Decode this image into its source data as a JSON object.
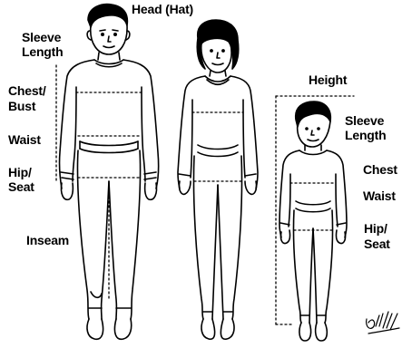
{
  "labels": {
    "head_hat": "Head (Hat)",
    "sleeve_length_adult_1": "Sleeve",
    "sleeve_length_adult_2": "Length",
    "chest_bust_1": "Chest/",
    "chest_bust_2": "Bust",
    "waist_adult": "Waist",
    "hip_seat_adult_1": "Hip/",
    "hip_seat_adult_2": "Seat",
    "inseam": "Inseam",
    "height": "Height",
    "sleeve_length_child_1": "Sleeve",
    "sleeve_length_child_2": "Length",
    "chest_child": "Chest",
    "waist_child": "Waist",
    "hip_seat_child_1": "Hip/",
    "hip_seat_child_2": "Seat"
  },
  "figures": [
    "man",
    "woman",
    "child"
  ],
  "colors": {
    "ink": "#000000",
    "paper": "#ffffff"
  }
}
